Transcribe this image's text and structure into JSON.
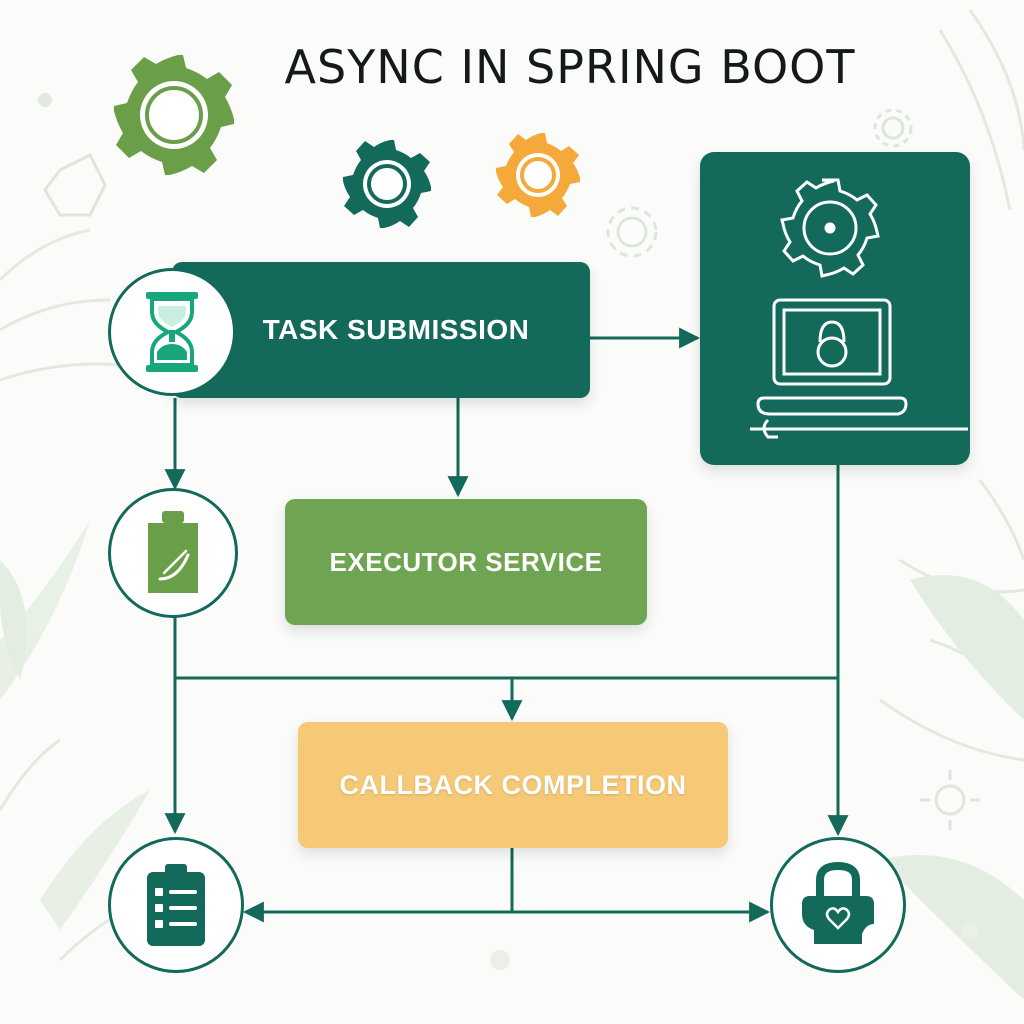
{
  "title": "ASYNC IN SPRING BOOT",
  "nodes": {
    "task_submission": "TASK SUBMISSION",
    "executor_service": "EXECUTOR SERVICE",
    "callback_completion": "CALLBACK COMPLETION"
  },
  "icons": {
    "task": "hourglass-icon",
    "thread": "clipboard-pencil-icon",
    "result": "checklist-icon",
    "secure": "lock-heart-icon",
    "server": "gear-computer-lock-icon"
  },
  "colors": {
    "primary": "#13695a",
    "executor": "#6fa552",
    "callback": "#f6c976",
    "gear_green": "#6a9e48",
    "gear_orange": "#f5a93a",
    "background": "#fbfcfa"
  }
}
